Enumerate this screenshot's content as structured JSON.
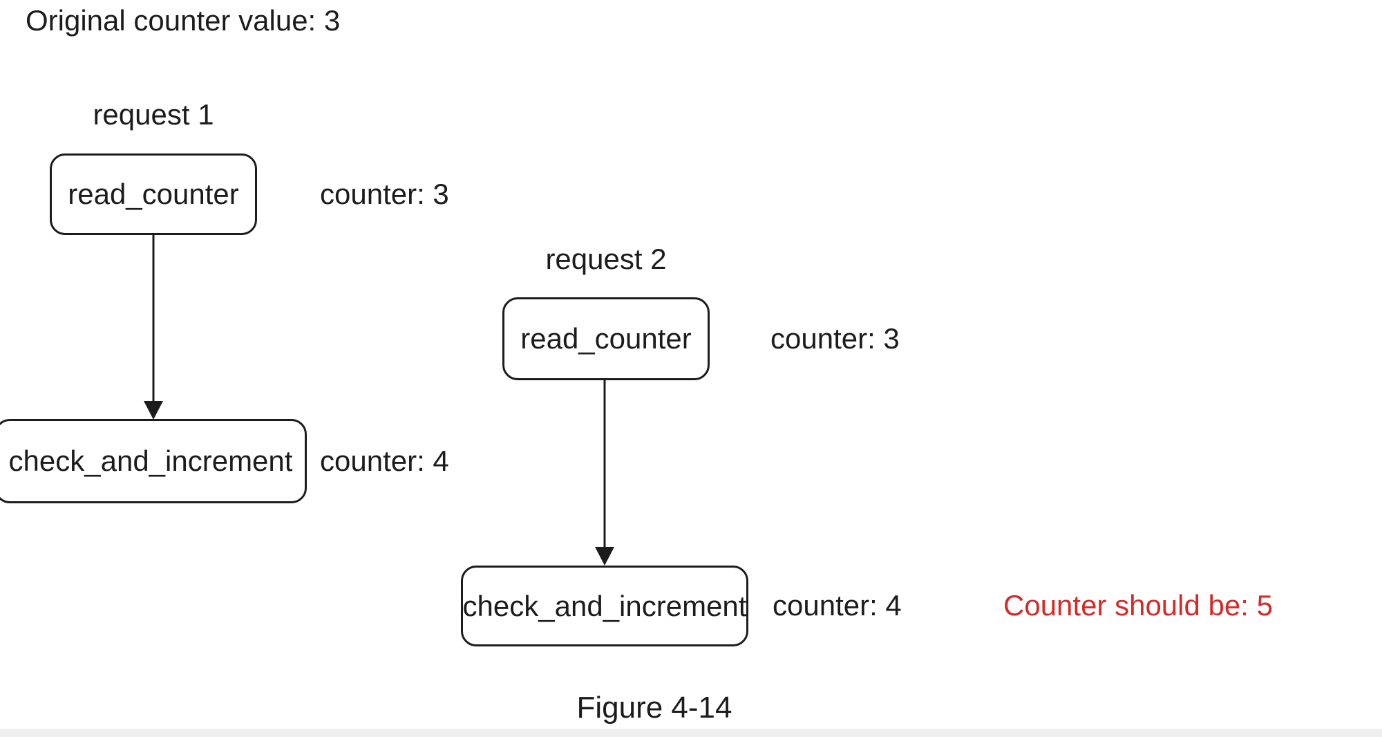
{
  "figure": {
    "title": "Figure 4-14",
    "original_counter_label": "Original counter value: 3",
    "expected_note": "Counter should be: 5",
    "colors": {
      "ink": "#1c1c1c",
      "warning_red": "#d42a28",
      "background": "#ffffff",
      "footer_strip": "#efefef"
    }
  },
  "request1": {
    "label": "request 1",
    "steps": [
      {
        "node": "read_counter",
        "value": "counter: 3"
      },
      {
        "node": "check_and_increment",
        "value": "counter: 4"
      }
    ]
  },
  "request2": {
    "label": "request 2",
    "steps": [
      {
        "node": "read_counter",
        "value": "counter: 3"
      },
      {
        "node": "check_and_increment",
        "value": "counter: 4"
      }
    ]
  }
}
